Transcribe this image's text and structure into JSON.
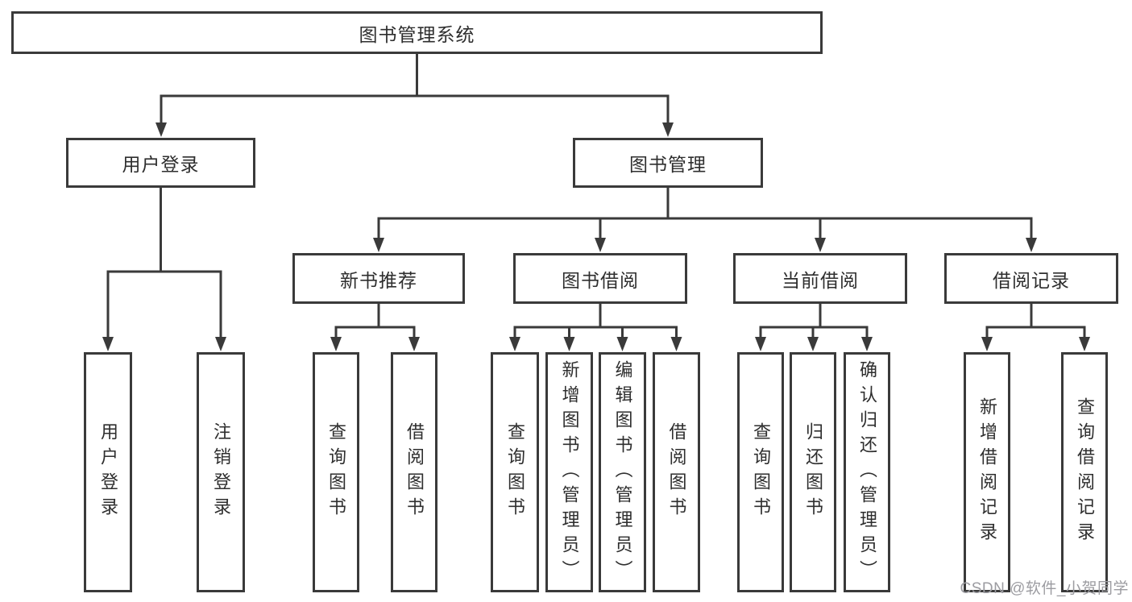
{
  "tree": {
    "label": "图书管理系统",
    "children": [
      {
        "label": "用户登录",
        "children": [
          {
            "label": "用户登录"
          },
          {
            "label": "注销登录"
          }
        ]
      },
      {
        "label": "图书管理",
        "children": [
          {
            "label": "新书推荐",
            "children": [
              {
                "label": "查询图书"
              },
              {
                "label": "借阅图书"
              }
            ]
          },
          {
            "label": "图书借阅",
            "children": [
              {
                "label": "查询图书"
              },
              {
                "label": "新增图书（管理员）"
              },
              {
                "label": "编辑图书（管理员）"
              },
              {
                "label": "借阅图书"
              }
            ]
          },
          {
            "label": "当前借阅",
            "children": [
              {
                "label": "查询图书"
              },
              {
                "label": "归还图书"
              },
              {
                "label": "确认归还（管理员）"
              }
            ]
          },
          {
            "label": "借阅记录",
            "children": [
              {
                "label": "新增借阅记录"
              },
              {
                "label": "查询借阅记录"
              }
            ]
          }
        ]
      }
    ]
  },
  "watermark": "CSDN @软件_小贺同学",
  "colors": {
    "line": "#3a3a3a",
    "text": "#2e2e2e",
    "watermark": "#9c9ca1",
    "background": "#ffffff"
  }
}
